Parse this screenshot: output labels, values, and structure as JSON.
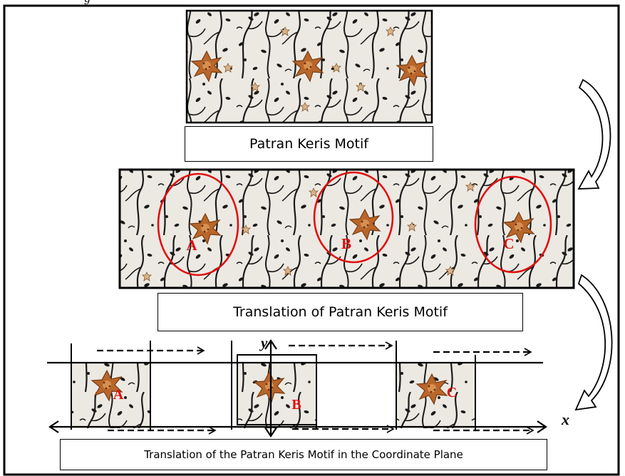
{
  "header_fragment": "g",
  "captions": {
    "original": "Patran Keris Motif",
    "translation": "Translation of Patran Keris Motif",
    "coordinate": "Translation of the Patran Keris Motif in the Coordinate Plane"
  },
  "motif_labels": [
    "A",
    "B",
    "C"
  ],
  "axes": {
    "x": "x",
    "y": "y"
  },
  "colors": {
    "frame": "#000000",
    "motif_brown": "#b8662a",
    "motif_tan": "#d4a070",
    "vine": "#1a1a1a",
    "fabric_bg": "#ece9e3",
    "ellipse_red": "#e01010",
    "label_red": "#e01010"
  }
}
